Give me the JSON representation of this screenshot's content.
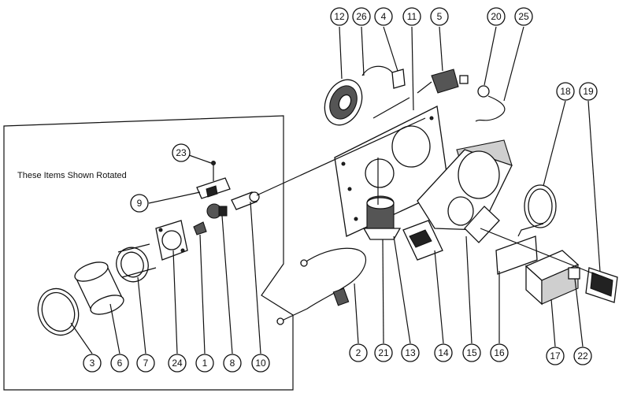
{
  "inset": {
    "caption": "These Items Shown Rotated"
  },
  "callouts": [
    {
      "id": "3",
      "label": "3"
    },
    {
      "id": "6",
      "label": "6"
    },
    {
      "id": "7",
      "label": "7"
    },
    {
      "id": "24",
      "label": "24"
    },
    {
      "id": "1",
      "label": "1"
    },
    {
      "id": "8",
      "label": "8"
    },
    {
      "id": "10",
      "label": "10"
    },
    {
      "id": "9",
      "label": "9"
    },
    {
      "id": "23",
      "label": "23"
    },
    {
      "id": "12",
      "label": "12"
    },
    {
      "id": "26",
      "label": "26"
    },
    {
      "id": "4",
      "label": "4"
    },
    {
      "id": "11",
      "label": "11"
    },
    {
      "id": "5",
      "label": "5"
    },
    {
      "id": "20",
      "label": "20"
    },
    {
      "id": "25",
      "label": "25"
    },
    {
      "id": "18",
      "label": "18"
    },
    {
      "id": "19",
      "label": "19"
    },
    {
      "id": "2",
      "label": "2"
    },
    {
      "id": "21",
      "label": "21"
    },
    {
      "id": "13",
      "label": "13"
    },
    {
      "id": "14",
      "label": "14"
    },
    {
      "id": "15",
      "label": "15"
    },
    {
      "id": "16",
      "label": "16"
    },
    {
      "id": "17",
      "label": "17"
    },
    {
      "id": "22",
      "label": "22"
    }
  ]
}
